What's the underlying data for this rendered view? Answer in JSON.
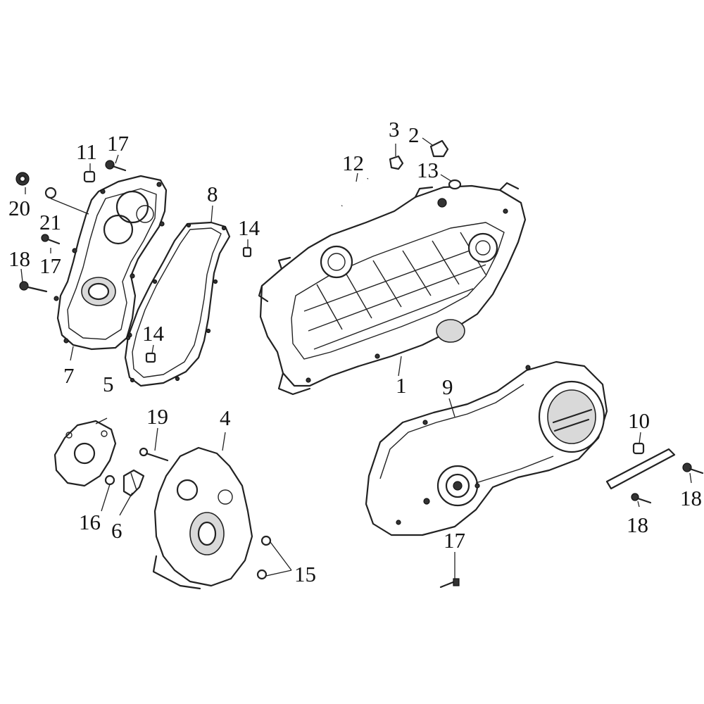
{
  "callouts": {
    "c1": "1",
    "c2": "2",
    "c3": "3",
    "c4": "4",
    "c5": "5",
    "c6": "6",
    "c7": "7",
    "c8": "8",
    "c9": "9",
    "c10": "10",
    "c11": "11",
    "c12": "12",
    "c13": "13",
    "c14a": "14",
    "c14b": "14",
    "c15": "15",
    "c16": "16",
    "c17a": "17",
    "c17b": "17",
    "c17c": "17",
    "c18a": "18",
    "c18b": "18",
    "c18c": "18",
    "c19": "19",
    "c20": "20",
    "c21": "21"
  }
}
